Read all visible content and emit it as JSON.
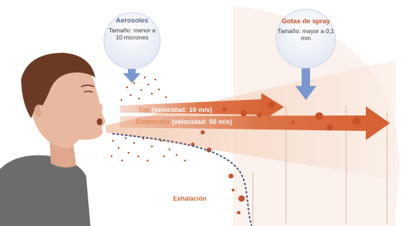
{
  "callouts": {
    "aerosoles": {
      "title": "Aerosoles",
      "body": "Tamaño: menor a 10 micrones"
    },
    "spray": {
      "title": "Gotas de spray",
      "body": "Tamaño: mayor a 0,1 mm"
    }
  },
  "flows": {
    "tos": {
      "name": "Tos",
      "detail": " (velocidad: 10 m/s)"
    },
    "estornudo": {
      "name": "Estornudo",
      "detail": " (velocidad: 50 m/s)"
    },
    "exhalacion": {
      "name": "Exhalación"
    }
  },
  "colors": {
    "arrow": "#d9683c",
    "cone": "#f6dccb",
    "aerosol_pointer": "#7a98cf",
    "droplet": "#c8522a",
    "skin": "#e8b8a0",
    "hair": "#6b3a24",
    "shirt": "#6c6c6c",
    "exhale_dots": "#4a5a80"
  }
}
